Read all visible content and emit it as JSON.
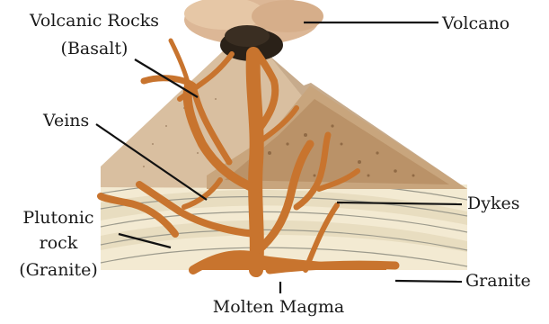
{
  "labels": {
    "volcanic_rocks_line1": "Volcanic Rocks",
    "volcanic_rocks_line2": "(Basalt)",
    "volcano": "Volcano",
    "veins": "Veins",
    "plutonic_line1": "Plutonic",
    "plutonic_line2": "rock",
    "plutonic_line3": "(Granite)",
    "dykes": "Dykes",
    "granite": "Granite",
    "molten_magma": "Molten Magma"
  },
  "colors": {
    "magma": "#c8742e",
    "magma_edge": "#8a4a1c",
    "volcano_slope": "#d9bfa0",
    "volcano_shadow": "#b89a7c",
    "rubble": "#c8a57d",
    "granite_band_a": "#f3ead2",
    "granite_band_b": "#e8ddc0",
    "smoke": "#dcb796",
    "smoke_dark": "#2a2118"
  }
}
